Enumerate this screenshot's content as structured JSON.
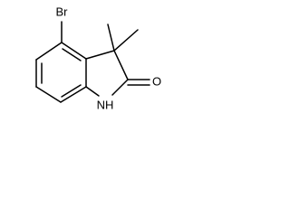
{
  "molecule": {
    "atoms": {
      "br": "Br",
      "o": "O",
      "nh": "NH"
    }
  }
}
